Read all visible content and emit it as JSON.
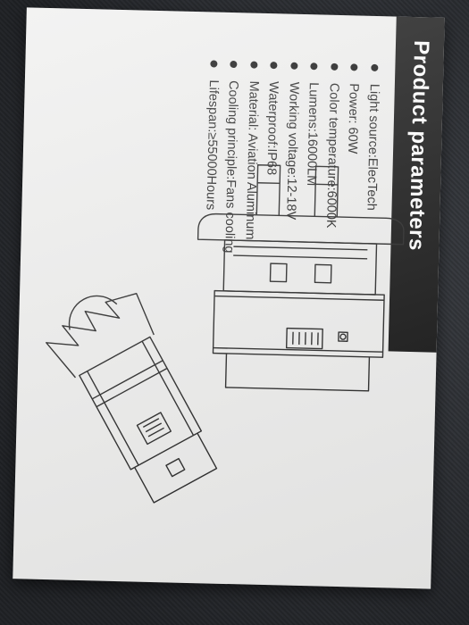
{
  "card": {
    "title": "Product parameters",
    "params": [
      "Light source:ElecTech",
      "Power: 60W",
      "Color temperature:6000K",
      "Lumens:16000LM",
      "Working  voltage:12-18V",
      "Waterproof:IP68",
      "Material: Aviation Aluminum",
      "Cooling  principle:Fans cooling",
      "Lifespan:≥55000Hours"
    ]
  }
}
